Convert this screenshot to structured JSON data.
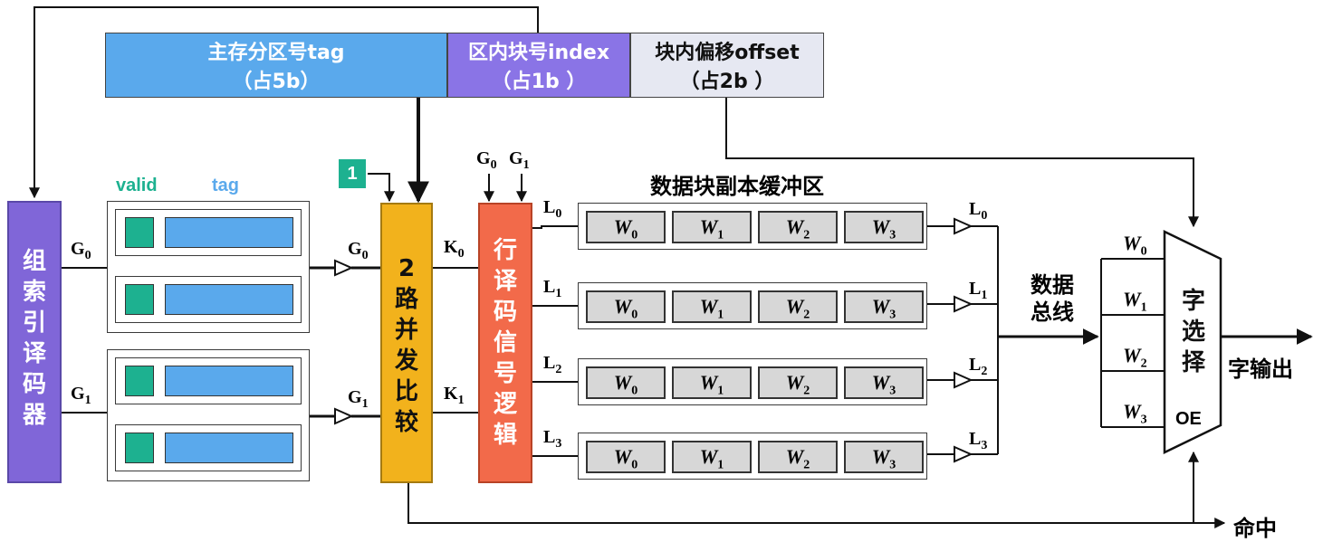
{
  "address": {
    "tag": {
      "name": "主存分区号tag",
      "bits": "（占5b）",
      "color": "#5aa9ec"
    },
    "index": {
      "name": "区内块号index",
      "bits": "（占1b ）",
      "color": "#8a74e6"
    },
    "offset": {
      "name": "块内偏移offset",
      "bits": "（占2b ）",
      "color": "#e6e8f2"
    }
  },
  "group_decoder": {
    "label": "组索引译码器",
    "color": "#8066d8"
  },
  "group_lines": [
    "G",
    "G"
  ],
  "tag_store": {
    "valid_header": "valid",
    "tag_header": "tag",
    "valid_color": "#1db190",
    "tag_color": "#5aa9ec"
  },
  "comparator": {
    "label": "2路并发比较",
    "color": "#f2b21c",
    "input_one": "1",
    "inputs": [
      "G",
      "G"
    ],
    "outputs": [
      "K",
      "K"
    ]
  },
  "row_decoder": {
    "label": "行译码信号逻辑",
    "color": "#f26a4a",
    "inputs": [
      "G",
      "G"
    ]
  },
  "buffer": {
    "title": "数据块副本缓冲区",
    "lines": [
      "L",
      "L",
      "L",
      "L"
    ],
    "words": [
      "W",
      "W",
      "W",
      "W"
    ]
  },
  "bus": {
    "label": "数据总线"
  },
  "word_select": {
    "label": "字选择",
    "oe": "OE",
    "inputs": [
      "W",
      "W",
      "W",
      "W"
    ]
  },
  "outputs": {
    "word_out": "字输出",
    "hit": "命中"
  }
}
